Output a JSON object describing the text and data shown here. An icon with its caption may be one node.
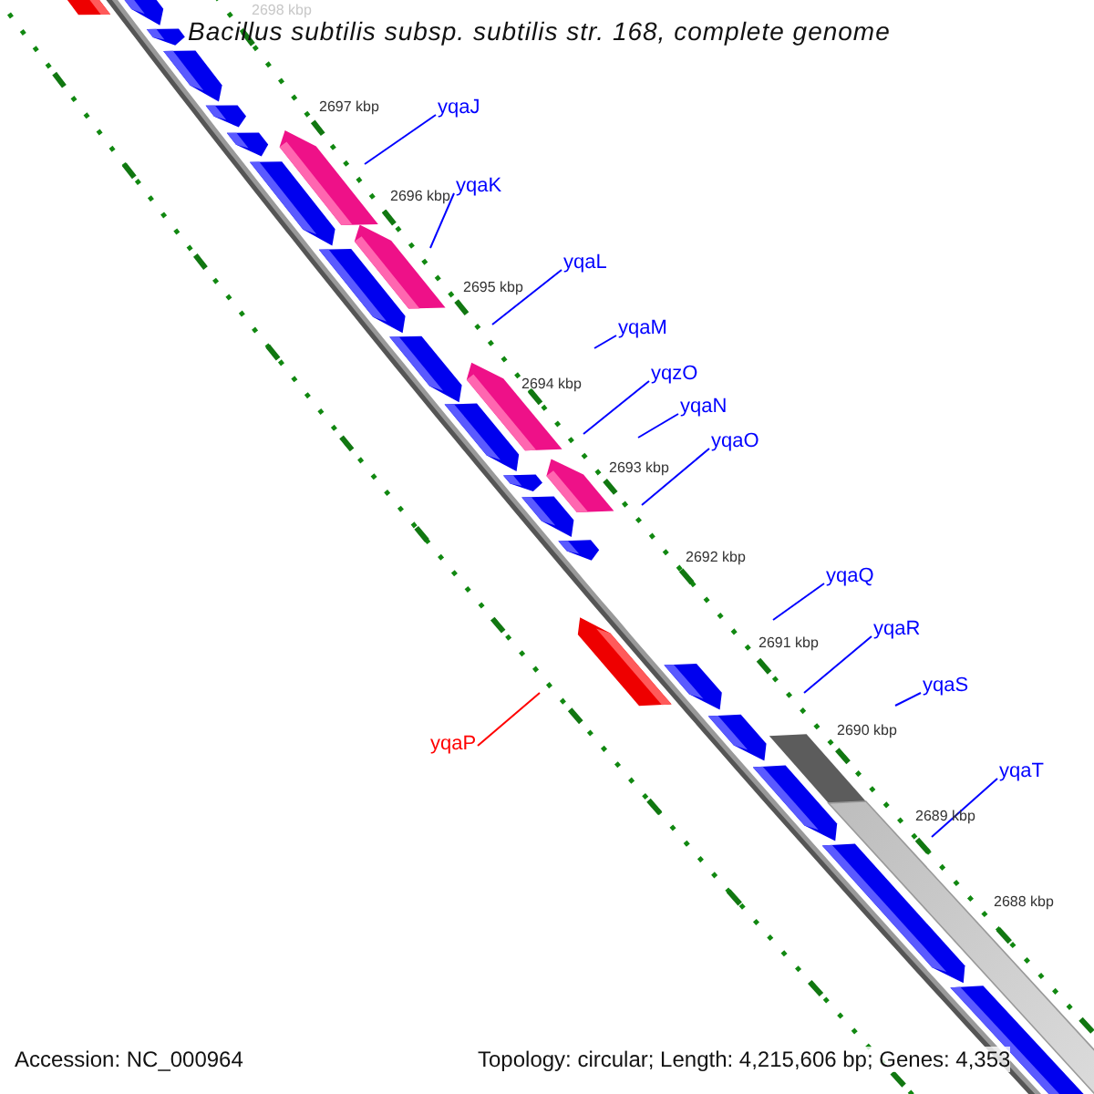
{
  "diagram": {
    "title": "Bacillus subtilis subsp. subtilis str. 168, complete genome",
    "nodes": [
      {
        "text": [
          "yqaJ"
        ]
      },
      {
        "text": [
          "yqaK"
        ]
      },
      {
        "text": [
          "yqaL"
        ]
      },
      {
        "text": [
          "yqaM"
        ]
      },
      {
        "text": [
          "yqzO"
        ]
      },
      {
        "text": [
          "yqaN"
        ]
      },
      {
        "text": [
          "yqaO"
        ]
      },
      {
        "text": [
          "yqaQ"
        ]
      },
      {
        "text": [
          "yqaR"
        ]
      },
      {
        "text": [
          "yqaS"
        ]
      },
      {
        "text": [
          "yqaP"
        ]
      },
      {
        "text": [
          "yqaT"
        ]
      }
    ],
    "edges": [
      {
        "from": 0,
        "to": null,
        "arrow": "none"
      },
      {
        "from": 1,
        "to": null,
        "arrow": "none"
      },
      {
        "from": 2,
        "to": null,
        "arrow": "none"
      },
      {
        "from": 3,
        "to": null,
        "arrow": "none"
      },
      {
        "from": 4,
        "to": null,
        "arrow": "none"
      },
      {
        "from": 5,
        "to": null,
        "arrow": "none"
      },
      {
        "from": 6,
        "to": null,
        "arrow": "none"
      },
      {
        "from": 7,
        "to": null,
        "arrow": "none"
      },
      {
        "from": 8,
        "to": null,
        "arrow": "none"
      },
      {
        "from": 9,
        "to": null,
        "arrow": "none"
      },
      {
        "from": 10,
        "to": null,
        "arrow": "none",
        "color": "#ff0000"
      },
      {
        "from": 11,
        "to": null,
        "arrow": "none"
      }
    ],
    "labels": [
      "2698 kbp",
      "2697 kbp",
      "2696 kbp",
      "2695 kbp",
      "2694 kbp",
      "2693 kbp",
      "2692 kbp",
      "2691 kbp",
      "2690 kbp",
      "2689 kbp",
      "2688 kbp",
      "Accession: NC_000964",
      "Topology: circular; Length: 4,215,606 bp; Genes: 4,353"
    ]
  }
}
